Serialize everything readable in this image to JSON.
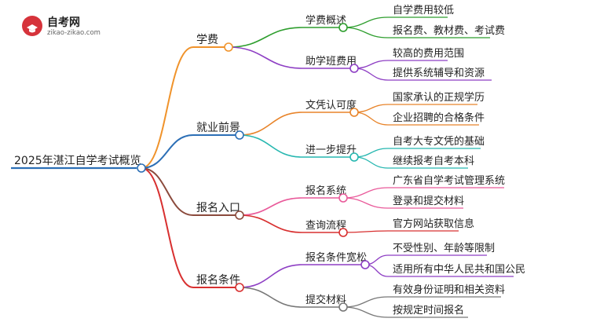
{
  "logo": {
    "name": "自考网",
    "url": "zikao-zikao.com",
    "icon": "graduation-cap-icon"
  },
  "diagram": {
    "root": "2025年湛江自学考试概览",
    "branches": [
      {
        "label": "学费",
        "color": "#f0932b",
        "children": [
          {
            "label": "学费概述",
            "color": "#2e9e2e",
            "leaves": [
              "自学费用较低",
              "报名费、教材费、考试费"
            ]
          },
          {
            "label": "助学班费用",
            "color": "#8e3fc4",
            "leaves": [
              "较高的费用范围",
              "提供系统辅导和资源"
            ]
          }
        ]
      },
      {
        "label": "就业前景",
        "color": "#2c6fb6",
        "children": [
          {
            "label": "文凭认可度",
            "color": "#e8842a",
            "leaves": [
              "国家承认的正规学历",
              "企业招聘的合格条件"
            ]
          },
          {
            "label": "进一步提升",
            "color": "#26b7b0",
            "leaves": [
              "自考大专文凭的基础",
              "继续报考自考本科"
            ]
          }
        ]
      },
      {
        "label": "报名入口",
        "color": "#8b4a3c",
        "children": [
          {
            "label": "报名系统",
            "color": "#e95a9a",
            "leaves": [
              "广东省自学考试管理系统",
              "登录和提交材料"
            ]
          },
          {
            "label": "查询流程",
            "color": "#d83030",
            "leaves": [
              "官方网站获取信息"
            ]
          }
        ]
      },
      {
        "label": "报名条件",
        "color": "#d83030",
        "children": [
          {
            "label": "报名条件宽松",
            "color": "#8e3fc4",
            "leaves": [
              "不受性别、年龄等限制",
              "适用所有中华人民共和国公民"
            ]
          },
          {
            "label": "提交材料",
            "color": "#777777",
            "leaves": [
              "有效身份证明和相关资料",
              "按规定时间报名"
            ]
          }
        ]
      }
    ]
  }
}
